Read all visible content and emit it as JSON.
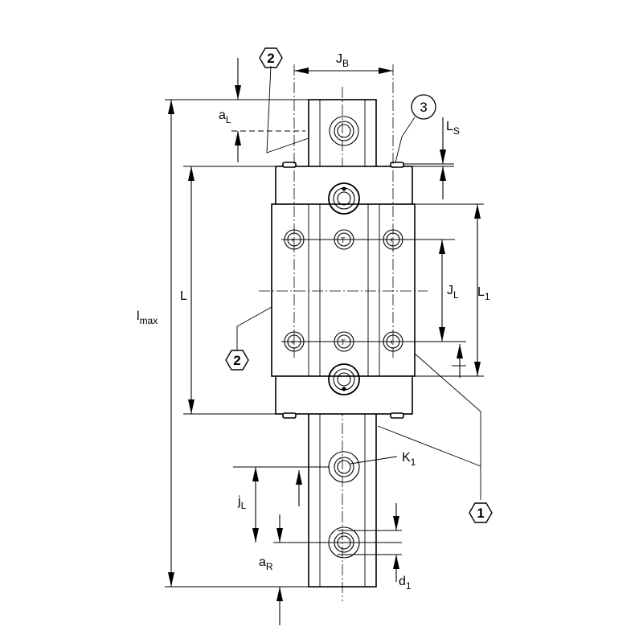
{
  "dimensions": {
    "l_max": {
      "main": "l",
      "sub": "max"
    },
    "L": {
      "main": "L",
      "sub": ""
    },
    "L1": {
      "main": "L",
      "sub": "1"
    },
    "J_B": {
      "main": "J",
      "sub": "B"
    },
    "J_L": {
      "main": "J",
      "sub": "L"
    },
    "a_L": {
      "main": "a",
      "sub": "L"
    },
    "a_R": {
      "main": "a",
      "sub": "R"
    },
    "L_S": {
      "main": "L",
      "sub": "S"
    },
    "j_L": {
      "main": "j",
      "sub": "L"
    },
    "K1": {
      "main": "K",
      "sub": "1"
    },
    "d1": {
      "main": "d",
      "sub": "1"
    }
  },
  "callouts": {
    "hex_top": "2",
    "hex_left": "2",
    "hex_bottom": "1",
    "circle": "3"
  }
}
